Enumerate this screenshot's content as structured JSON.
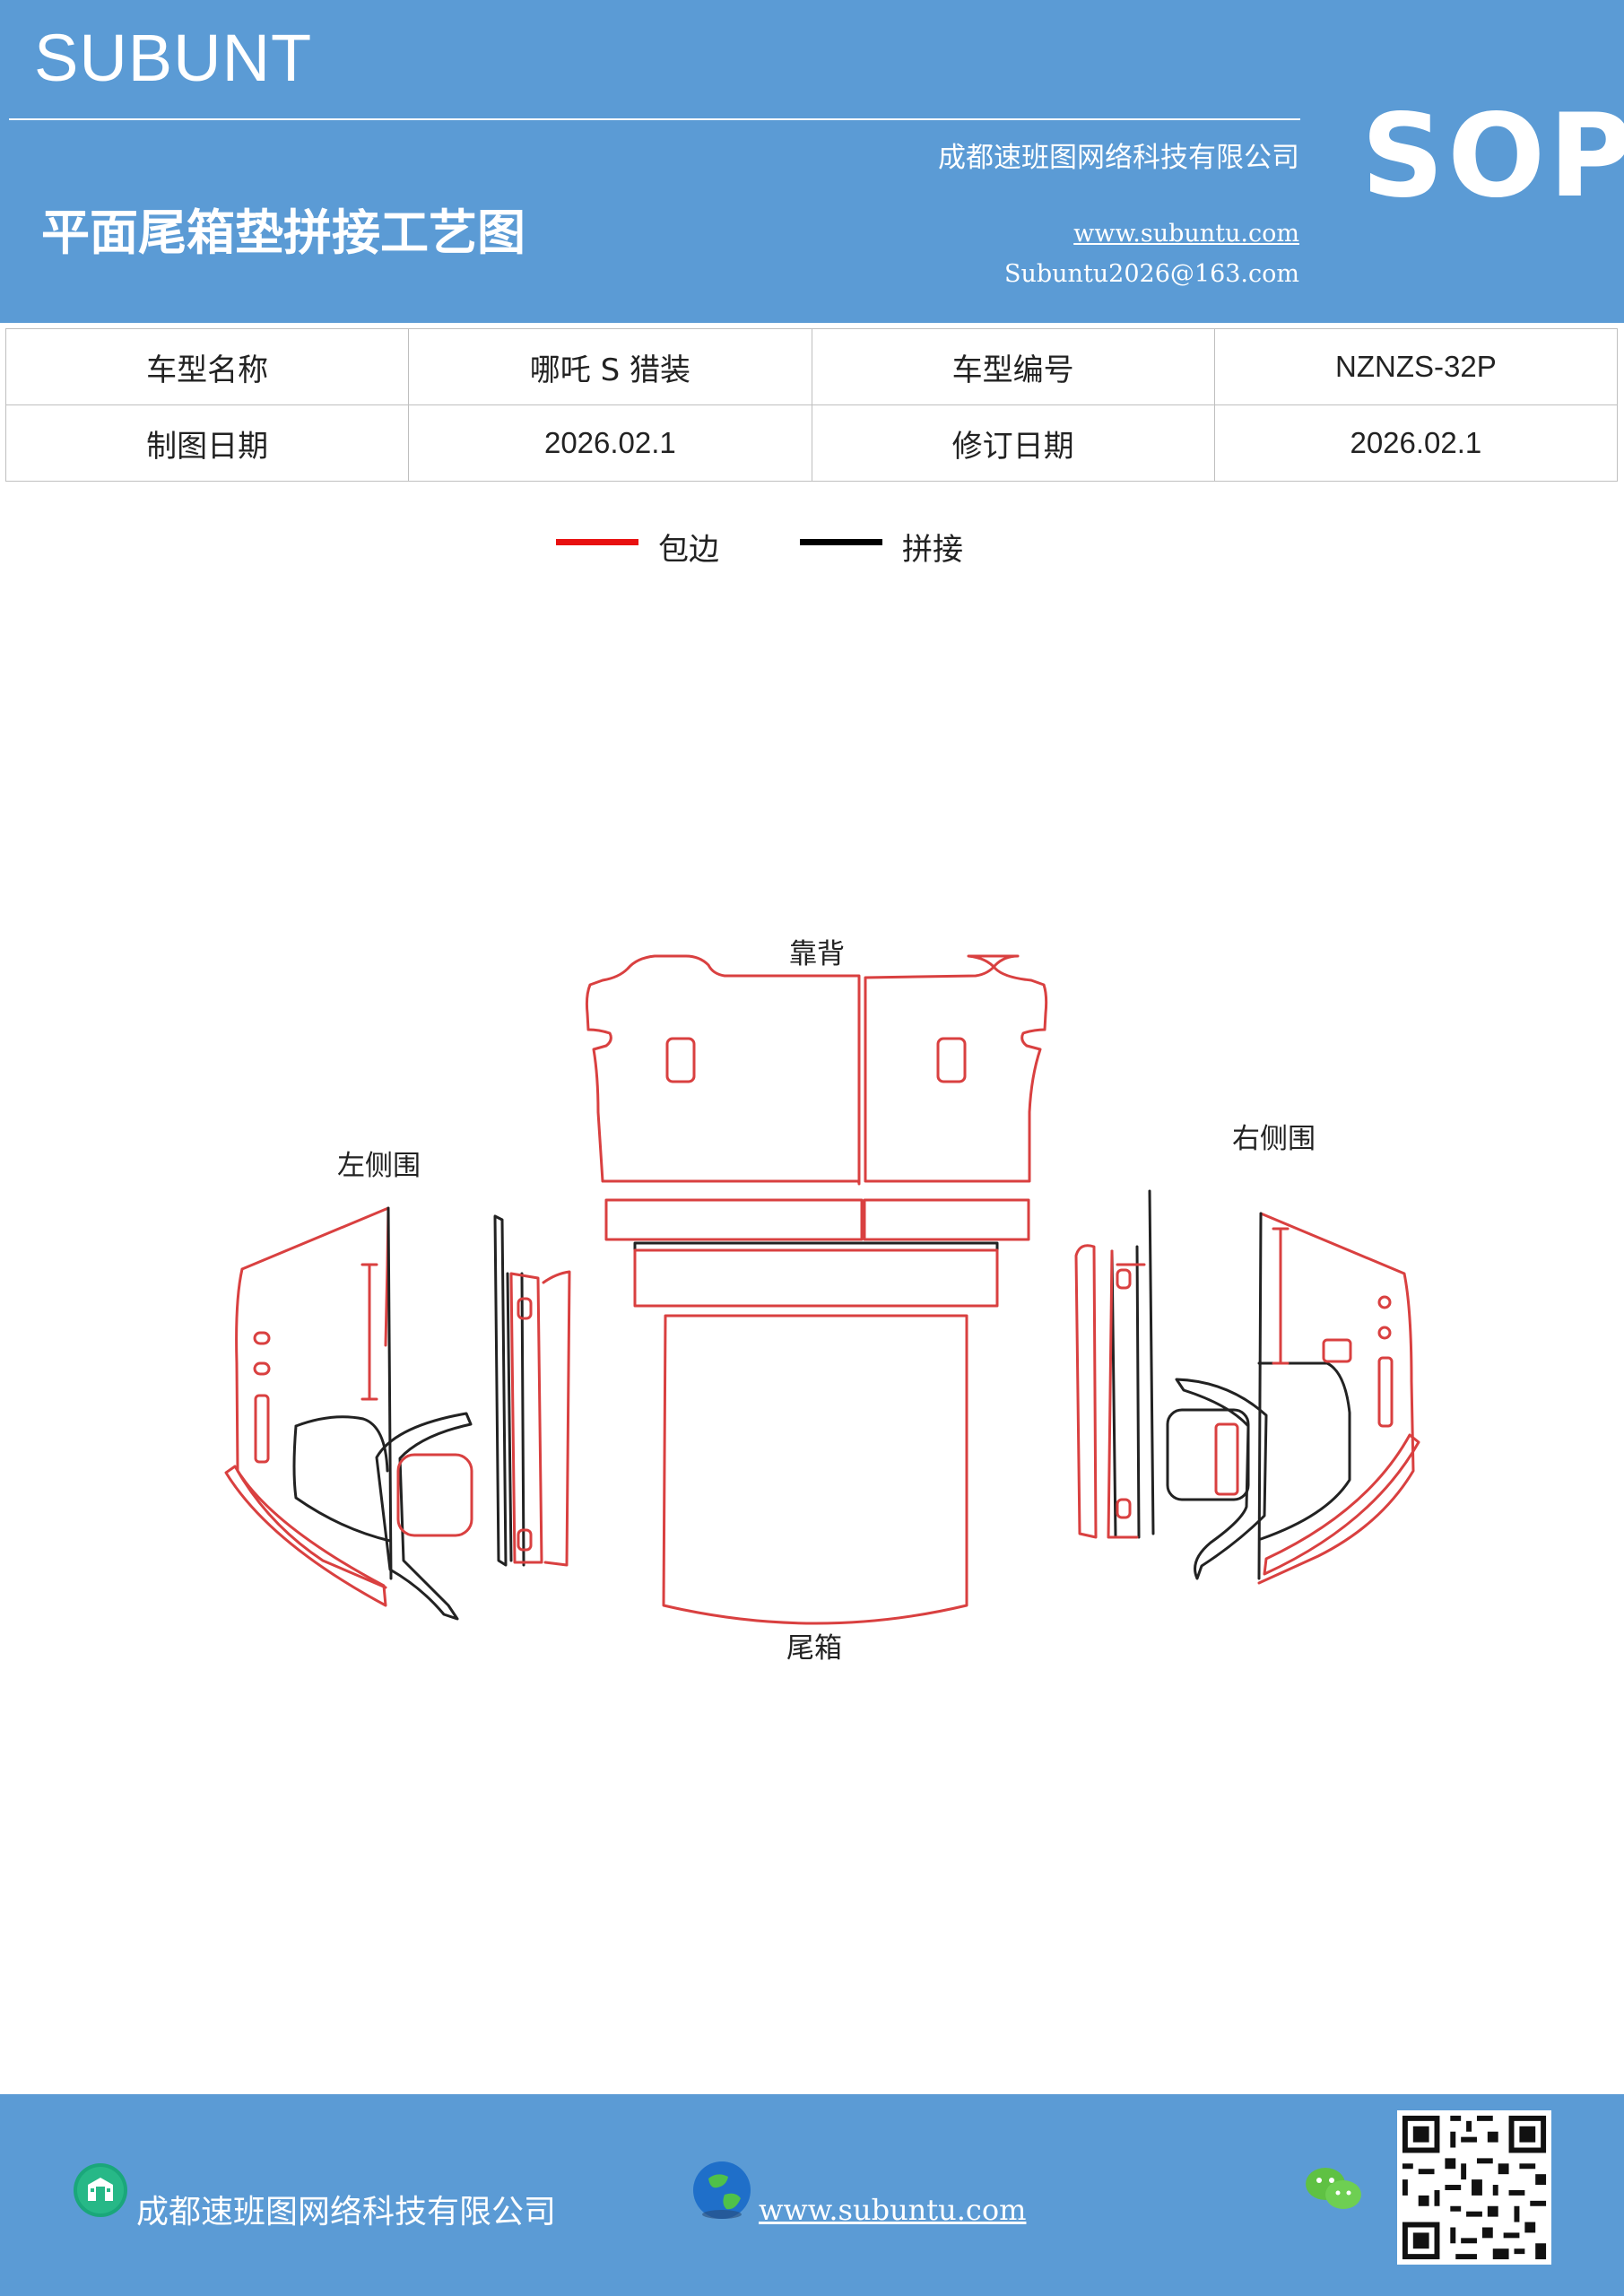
{
  "header": {
    "brand": "SUBUNT",
    "badge": "SOP",
    "company": "成都速班图网络科技有限公司",
    "title": "平面尾箱垫拼接工艺图",
    "website": "www.subuntu.com",
    "email": "Subuntu2026@163.com",
    "bg_color": "#5b9bd5"
  },
  "info": {
    "model_name_label": "车型名称",
    "model_name": "哪吒 S 猎装",
    "model_code_label": "车型编号",
    "model_code": "NZNZS-32P",
    "draw_date_label": "制图日期",
    "draw_date": "2026.02.1",
    "revise_date_label": "修订日期",
    "revise_date": "2026.02.1"
  },
  "legend": {
    "edge_label": "包边",
    "edge_color": "#e81010",
    "seam_label": "拼接",
    "seam_color": "#000000"
  },
  "drawing": {
    "backrest_label": "靠背",
    "left_side_label": "左侧围",
    "right_side_label": "右侧围",
    "trunk_label": "尾箱"
  },
  "footer": {
    "company": "成都速班图网络科技有限公司",
    "website": "www.subuntu.com",
    "icons": [
      "building-icon",
      "globe-icon",
      "wechat-icon",
      "qr-code"
    ]
  }
}
